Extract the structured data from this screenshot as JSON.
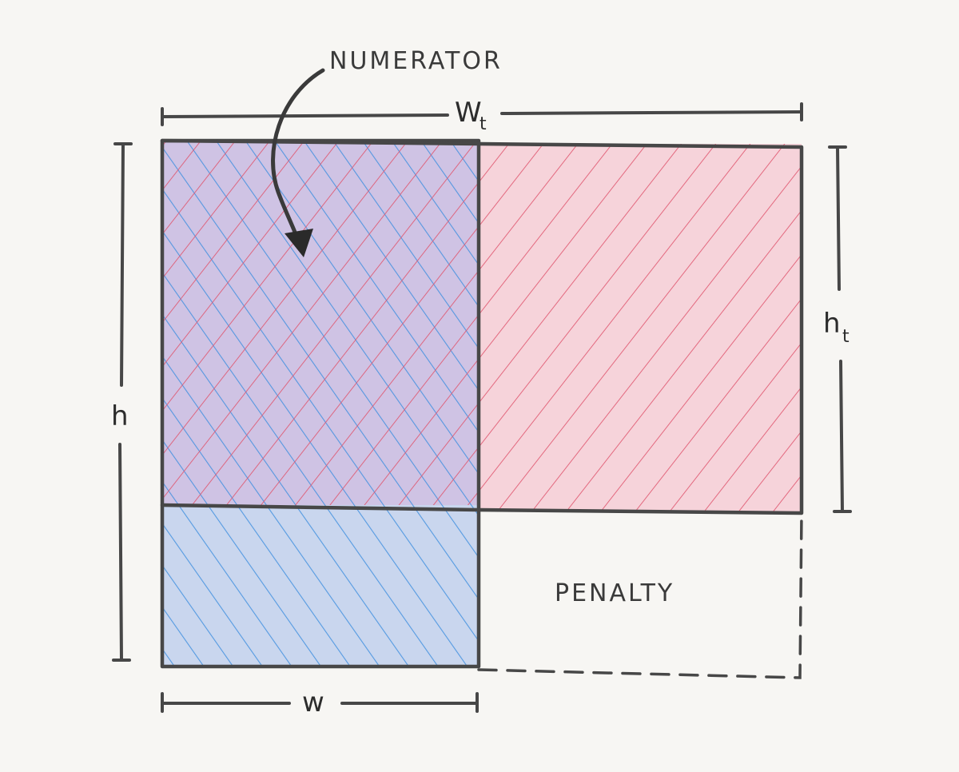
{
  "labels": {
    "numerator": "NUMERATOR",
    "penalty": "PENALTY",
    "target_width_var": "W",
    "target_width_sub": "t",
    "target_height_var": "h",
    "target_height_sub": "t",
    "pred_height": "h",
    "pred_width": "w"
  },
  "colors": {
    "paper": "#f7f6f3",
    "pencil": "#474747",
    "blue_fill": "#c9d6ee",
    "blue_hatch": "#3f8fe0",
    "red_fill": "#f6d3da",
    "red_hatch": "#e0566e",
    "overlap_fill": "#cfc3e4"
  },
  "icons": {
    "arrow": "curved-arrow-icon"
  }
}
